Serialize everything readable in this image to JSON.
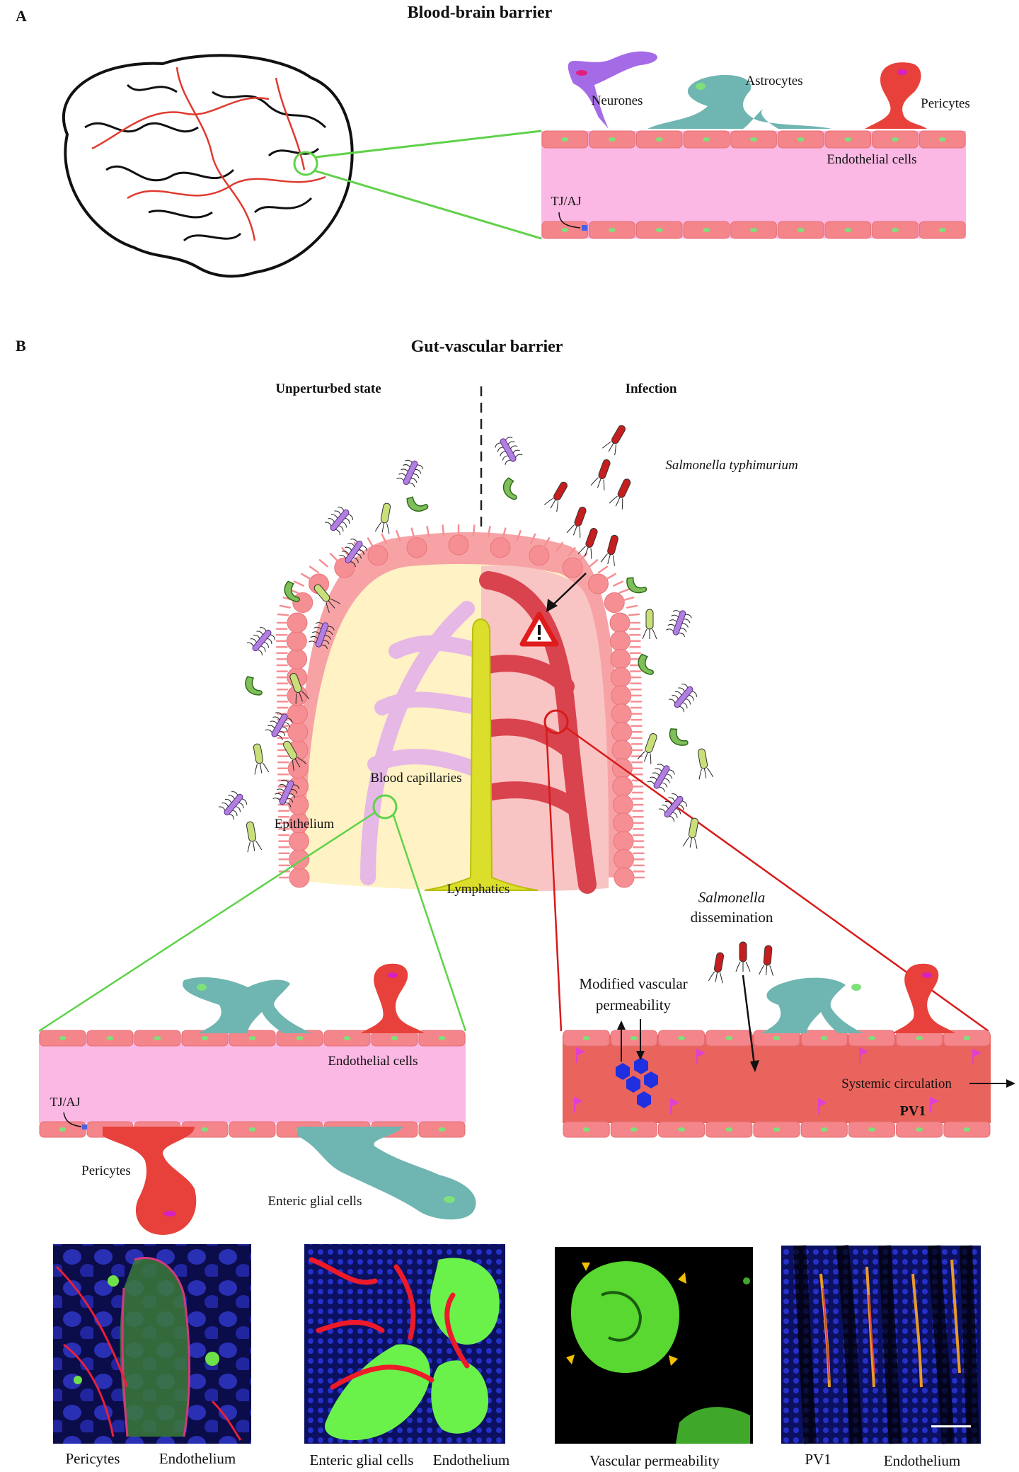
{
  "panel_a": {
    "letter": "A",
    "title": "Blood-brain barrier",
    "labels": {
      "neurones": "Neurones",
      "astrocytes": "Astrocytes",
      "pericytes": "Pericytes",
      "endothelial": "Endothelial cells",
      "tjaj": "TJ/AJ"
    }
  },
  "panel_b": {
    "letter": "B",
    "title": "Gut-vascular barrier",
    "left_header": "Unperturbed state",
    "right_header": "Infection",
    "species": "Salmonella typhimurium",
    "villus_labels": {
      "blood_capillaries": "Blood capillaries",
      "epithelium": "Epithelium",
      "lymphatics": "Lymphatics"
    },
    "dissemination": {
      "genus": "Salmonella",
      "word": "dissemination"
    },
    "left_vessel": {
      "endothelial": "Endothelial cells",
      "tjaj": "TJ/AJ",
      "pericytes": "Pericytes",
      "enteric_glia": "Enteric glial cells"
    },
    "right_vessel": {
      "modified_line1": "Modified vascular",
      "modified_line2": "permeability",
      "systemic": "Systemic circulation",
      "pv1": "PV1"
    },
    "micrographs": [
      {
        "caption_a": "Pericytes",
        "caption_b": "Endothelium",
        "color_a": "#d81b60",
        "color_b": "#2e8b00"
      },
      {
        "caption_a": "Enteric glial cells",
        "caption_b": "Endothelium",
        "color_a": "#d81b60",
        "color_b": "#2e8b00"
      },
      {
        "caption_a": "Vascular permeability",
        "caption_b": "",
        "color_a": "#2e8b00",
        "color_b": "#2e8b00"
      },
      {
        "caption_a": "PV1",
        "caption_b": "Endothelium",
        "color_a": "#d81b60",
        "color_b": "#2e8b00"
      }
    ]
  },
  "colors": {
    "vessel_pink": "#fbb8e4",
    "endothelial_cell": "#f4858a",
    "nucleus_green": "#7ee07a",
    "neurone_purple": "#a56be6",
    "astrocyte_teal": "#6fb5b1",
    "pericyte_red": "#e8413b",
    "infected_vessel": "#e9645c",
    "lymphatic_yellow": "#dbdf2c",
    "green_highlight": "#5fd24a",
    "red_highlight": "#d81b1b"
  }
}
